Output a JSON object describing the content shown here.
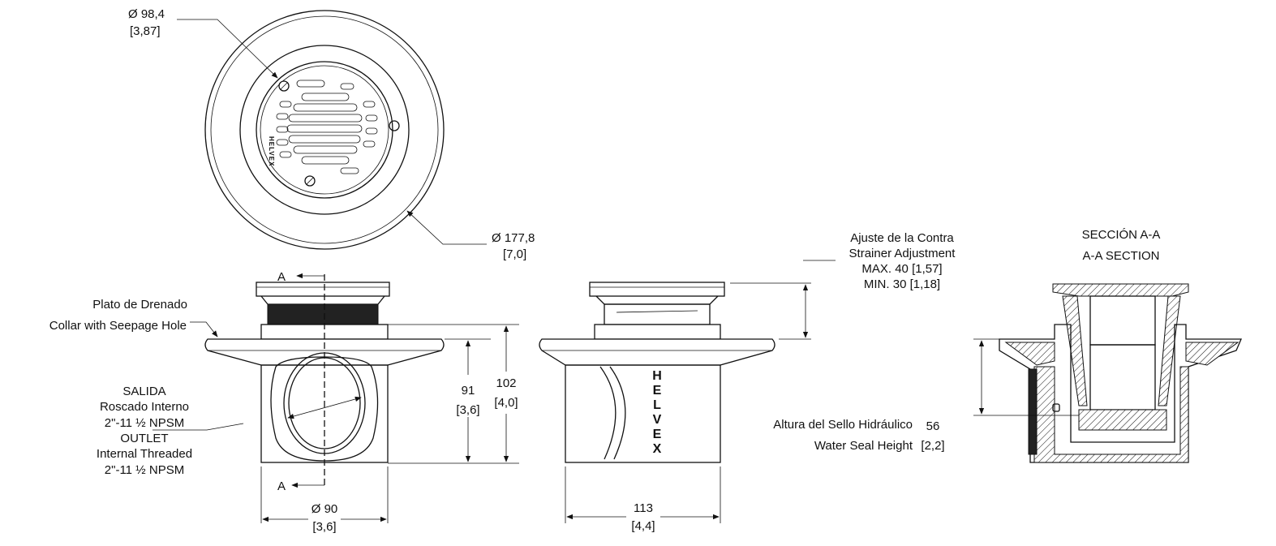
{
  "top_view": {
    "inner_diameter": "Ø 98,4",
    "inner_diameter_in": "[3,87]",
    "outer_diameter": "Ø 177,8",
    "outer_diameter_in": "[7,0]",
    "grate_logo": "HELVEX"
  },
  "front_view": {
    "section_marker_top": "A",
    "section_marker_bottom": "A",
    "collar_label_es": "Plato de Drenado",
    "collar_label_en": "Collar with Seepage Hole",
    "outlet_lines": [
      "SALIDA",
      "Roscado Interno",
      "2\"-11 ½ NPSM",
      "OUTLET",
      "Internal Threaded",
      "2\"-11 ½ NPSM"
    ],
    "height_91": "91",
    "height_91_in": "[3,6]",
    "height_102": "102",
    "height_102_in": "[4,0]",
    "body_diameter": "Ø 90",
    "body_diameter_in": "[3,6]"
  },
  "side_view": {
    "logo_letters": [
      "H",
      "E",
      "L",
      "V",
      "E",
      "X"
    ],
    "adjust_lines": [
      "Ajuste de la Contra",
      "Strainer Adjustment",
      "MAX. 40 [1,57]",
      "MIN. 30 [1,18]"
    ],
    "width": "113",
    "width_in": "[4,4]"
  },
  "section_view": {
    "title_es": "SECCIÓN A-A",
    "title_en": "A-A SECTION",
    "seal_label_es": "Altura del Sello Hidráulico",
    "seal_label_en": "Water Seal Height",
    "seal_value": "56",
    "seal_value_in": "[2,2]"
  }
}
